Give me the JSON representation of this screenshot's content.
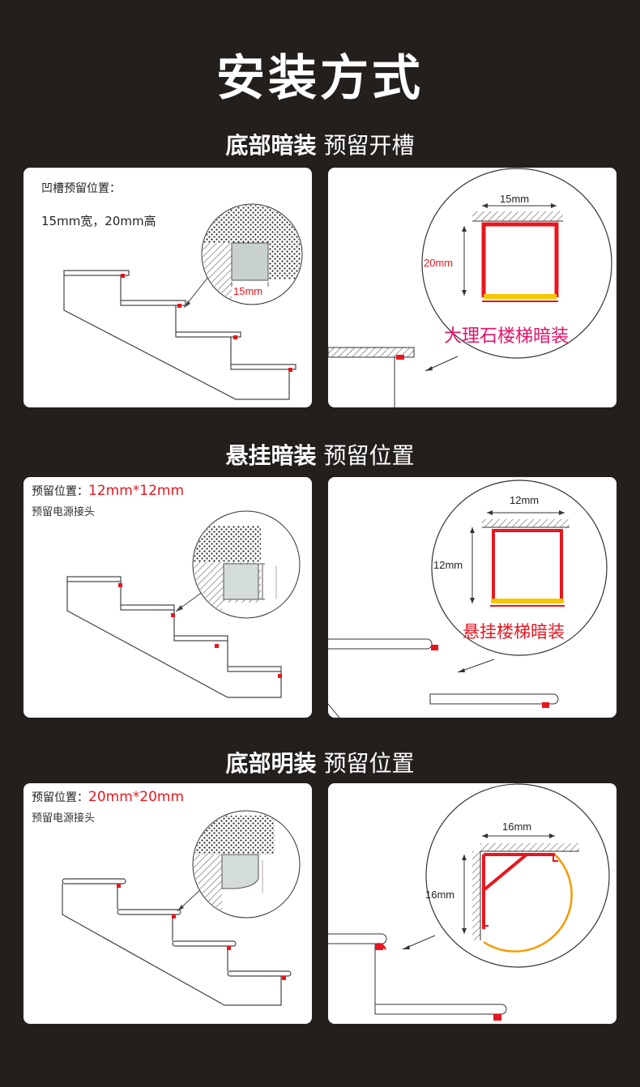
{
  "page_title": "安装方式",
  "sections": [
    {
      "title_bold": "底部暗装",
      "title_normal": " 预留开槽",
      "left_note_line1": "凹槽预留位置：",
      "left_note_line2": "15mm宽，20mm高",
      "left_dim": "15mm",
      "right_width": "15mm",
      "right_height": "20mm",
      "right_caption": "大理石楼梯暗装"
    },
    {
      "title_bold": "悬挂暗装",
      "title_normal": " 预留位置",
      "left_note_label": "预留位置：",
      "left_note_value": "12mm*12mm",
      "left_note_line2": "预留电源接头",
      "right_width": "12mm",
      "right_height": "12mm",
      "right_caption": "悬挂楼梯暗装"
    },
    {
      "title_bold": "底部明装",
      "title_normal": " 预留位置",
      "left_note_label": "预留位置：",
      "left_note_value": "20mm*20mm",
      "left_note_line2": "预留电源接头",
      "right_width": "16mm",
      "right_height": "16mm"
    }
  ],
  "colors": {
    "background": "#231f1d",
    "accent_red": "#e8161e",
    "caption_pink": "#e6126a",
    "led_yellow": "#f7c600"
  }
}
